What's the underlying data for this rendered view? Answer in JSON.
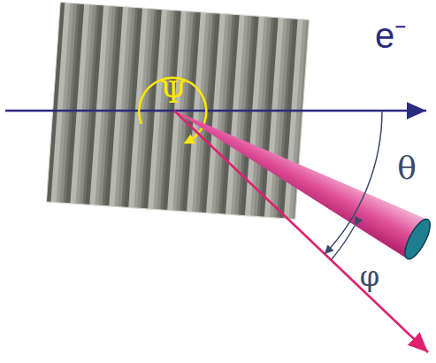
{
  "diagram": {
    "labels": [
      "Ψ",
      "e⁻",
      "θ",
      "φ"
    ]
  }
}
